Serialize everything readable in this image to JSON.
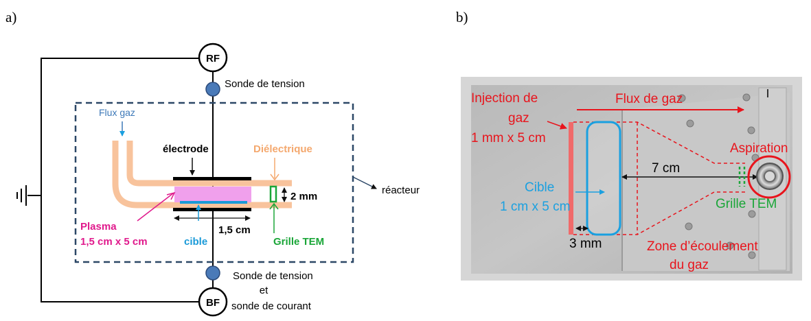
{
  "panel_a": {
    "label": "a)",
    "rf": "RF",
    "bf": "BF",
    "probe_top": "Sonde de tension",
    "probe_bottom_1": "Sonde de tension",
    "probe_bottom_2": "et",
    "probe_bottom_3": "sonde de courant",
    "flux_gaz": "Flux gaz",
    "electrode": "électrode",
    "dielectrique": "Diélectrique",
    "reacteur": "réacteur",
    "gap": "2 mm",
    "plasma_1": "Plasma",
    "plasma_2": "1,5 cm x 5 cm",
    "width": "1,5 cm",
    "cible": "cible",
    "grille": "Grille TEM",
    "colors": {
      "frame": "#2b4766",
      "dielectric": "#f8c39c",
      "plasma": "#f0a0ec",
      "target": "#1a9ad8",
      "gas": "#3c78b8",
      "plasma_label": "#e0198c",
      "grid": "#1aa638",
      "probe": "#4a7ab8"
    }
  },
  "panel_b": {
    "label": "b)",
    "injection_1": "Injection de",
    "injection_2": "gaz",
    "injection_3": "1 mm x 5 cm",
    "flux": "Flux de gaz",
    "aspiration": "Aspiration",
    "distance": "7 cm",
    "cible_1": "Cible",
    "cible_2": "1 cm x 5 cm",
    "grille": "Grille TEM",
    "gap": "3 mm",
    "zone_1": "Zone d’écoulement",
    "zone_2": "du gaz",
    "colors": {
      "red": "#e8141c",
      "cyan": "#1aa0e0",
      "green": "#1aa638"
    }
  }
}
